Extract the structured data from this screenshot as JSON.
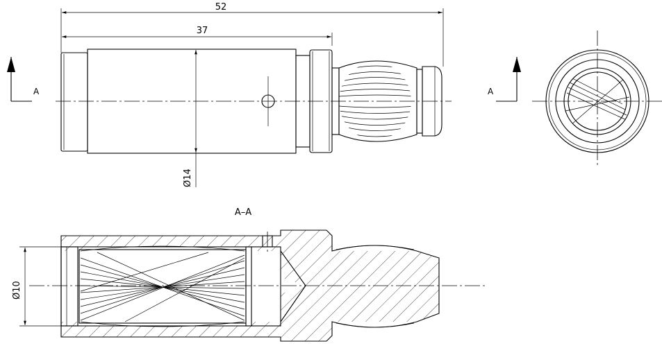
{
  "drawing": {
    "dim_total_length": "52",
    "dim_spline_length": "37",
    "dim_outer_diameter": "Ø14",
    "dim_bore_diameter": "Ø10",
    "section_label_left": "A",
    "section_label_right": "A",
    "section_title": "A–A"
  }
}
